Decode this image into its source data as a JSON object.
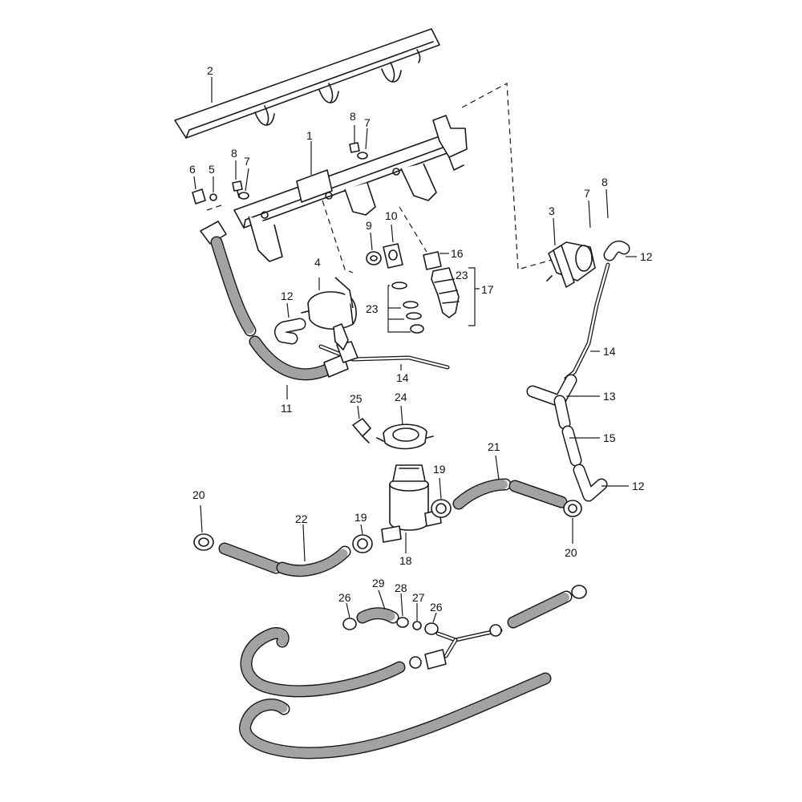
{
  "callouts": {
    "c1": "1",
    "c2": "2",
    "c3": "3",
    "c4": "4",
    "c5": "5",
    "c6": "6",
    "c7": "7",
    "c8": "8",
    "c9": "9",
    "c10": "10",
    "c11": "11",
    "c12": "12",
    "c13": "13",
    "c14": "14",
    "c15": "15",
    "c16": "16",
    "c17": "17",
    "c18": "18",
    "c19": "19",
    "c20": "20",
    "c21": "21",
    "c22": "22",
    "c23": "23",
    "c24": "24",
    "c25": "25",
    "c26": "26",
    "c27": "27",
    "c28": "28",
    "c29": "29"
  }
}
